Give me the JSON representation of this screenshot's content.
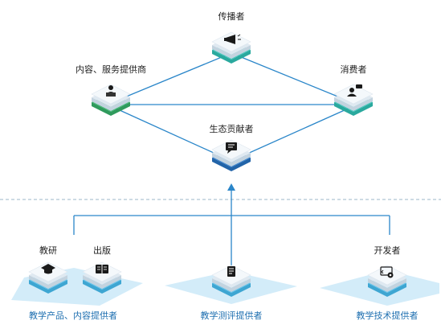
{
  "colors": {
    "line": "#2a86c9",
    "teal_top": "#e9f5f3",
    "teal_layer": "#3cc7bb",
    "green_layer": "#3fb872",
    "blue_layer": "#2f7ccc",
    "platform": "#cfe9f8",
    "dashed": "#9bb7c9"
  },
  "top_nodes": {
    "disseminator": {
      "label": "传播者",
      "icon": "megaphone-icon"
    },
    "provider": {
      "label": "内容、服务提供商",
      "icon": "user-laptop-icon"
    },
    "consumer": {
      "label": "消费者",
      "icon": "user-chat-icon"
    },
    "contributor": {
      "label": "生态贡献者",
      "icon": "message-icon"
    }
  },
  "bottom_groups": {
    "education_content": {
      "label": "教学产品、内容提供者",
      "items": [
        {
          "label": "教研",
          "icon": "graduation-cap-icon"
        },
        {
          "label": "出版",
          "icon": "book-icon"
        }
      ]
    },
    "assessment": {
      "label": "教学测评提供者",
      "icon": "test-paper-icon"
    },
    "technology": {
      "label": "教学技术提供者",
      "top_label": "开发者",
      "icon": "code-gear-icon"
    }
  }
}
